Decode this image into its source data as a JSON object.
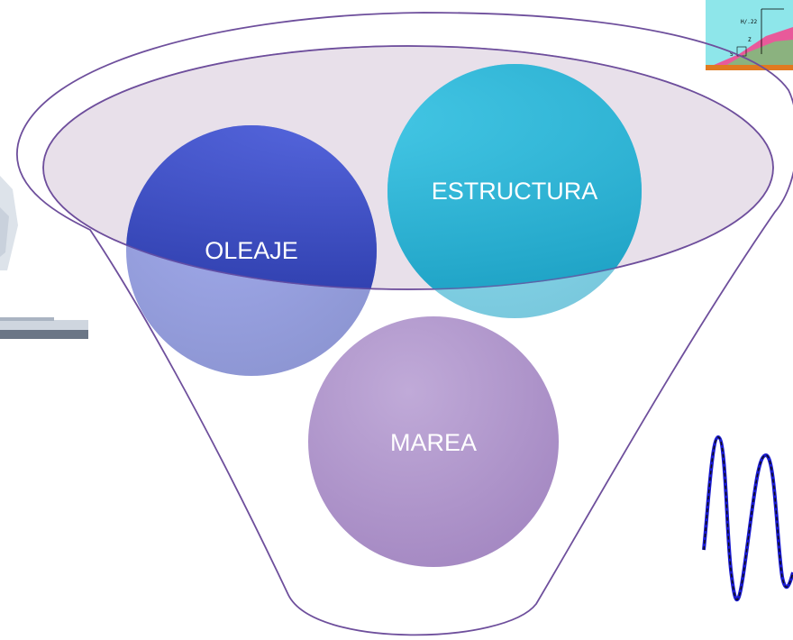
{
  "diagram": {
    "circles": [
      {
        "id": "oleaje",
        "label": "OLEAJE",
        "color": "#3a4bc4"
      },
      {
        "id": "estructura",
        "label": "ESTRUCTURA",
        "color": "#2bb3d6"
      },
      {
        "id": "marea",
        "label": "MAREA",
        "color": "#b39bcc"
      }
    ],
    "funnel_color": "#6e4f9c",
    "lens_fill": "#e8e0ea"
  },
  "decor": {
    "breakwater_labels": [
      "H/.22",
      "Z",
      "S"
    ]
  }
}
